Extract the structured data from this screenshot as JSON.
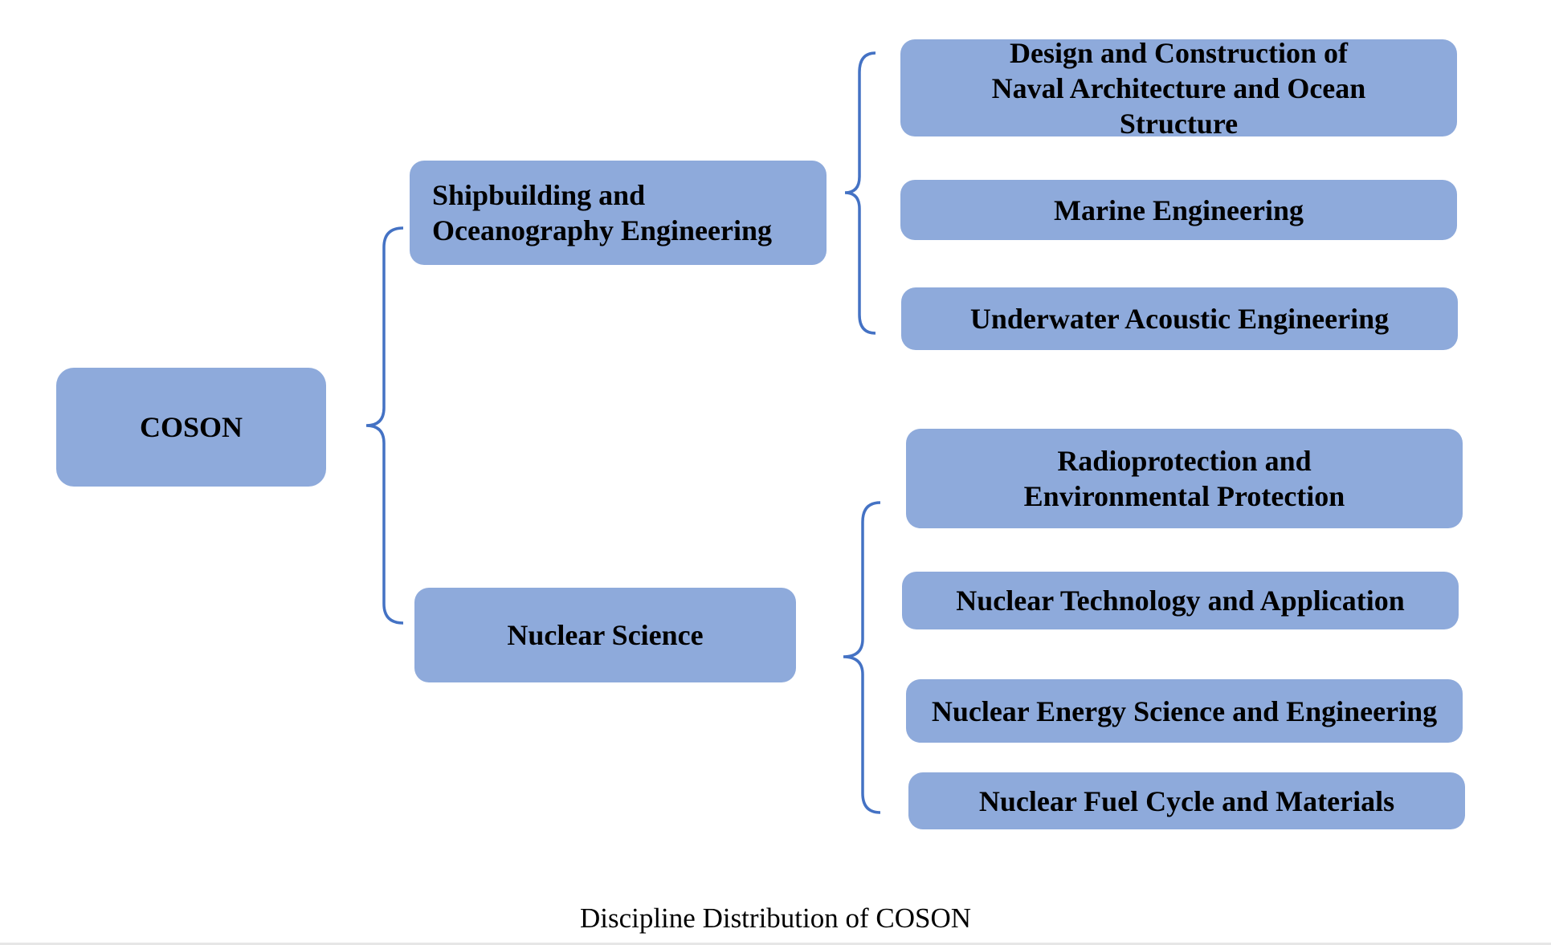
{
  "diagram": {
    "root": {
      "label": "COSON"
    },
    "branches": [
      {
        "label": "Shipbuilding and Oceanography Engineering",
        "children": [
          "Design and Construction of Naval Architecture and Ocean Structure",
          "Marine Engineering",
          "Underwater Acoustic Engineering"
        ]
      },
      {
        "label": "Nuclear Science",
        "children": [
          "Radioprotection and Environmental Protection",
          "Nuclear Technology and Application",
          "Nuclear Energy Science and Engineering",
          "Nuclear Fuel Cycle and Materials"
        ]
      }
    ],
    "caption": "Discipline Distribution of COSON"
  },
  "colors": {
    "box_fill": "#8eaadb",
    "brace_stroke": "#4472c4",
    "text": "#000000"
  }
}
